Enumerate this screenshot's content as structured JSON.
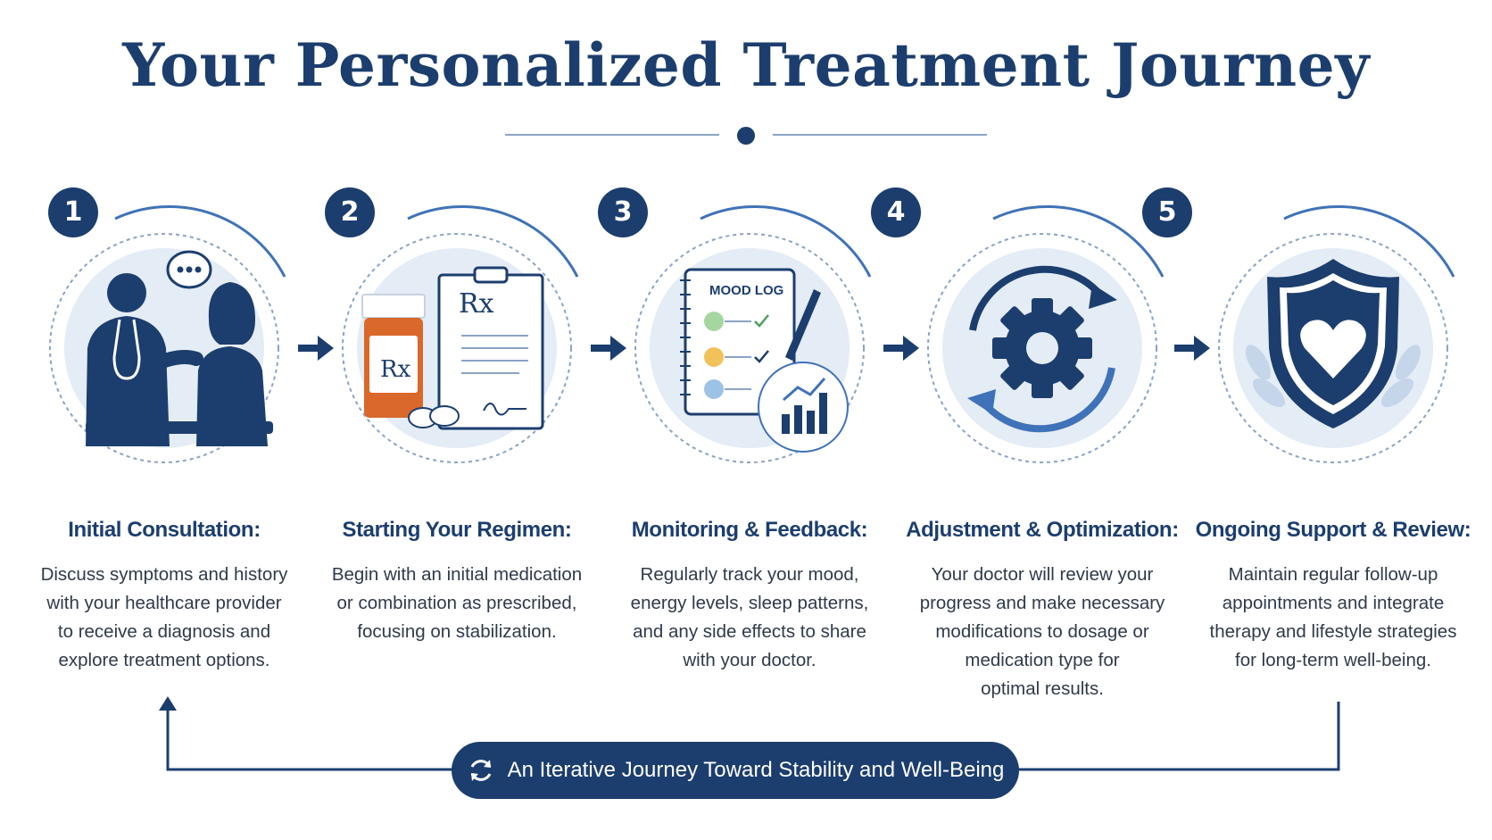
{
  "title": "Your Personalized Treatment Journey",
  "steps": [
    {
      "number": "1",
      "title": "Initial Consultation:",
      "description": "Discuss symptoms and history\nwith your healthcare provider\nto receive a diagnosis and\nexplore treatment options.",
      "icon": "doctor-patient-icon"
    },
    {
      "number": "2",
      "title": "Starting Your Regimen:",
      "description": "Begin with an initial medication\nor combination as prescribed,\nfocusing on stabilization.",
      "icon": "prescription-icon",
      "labels": {
        "rx": "Rx"
      }
    },
    {
      "number": "3",
      "title": "Monitoring & Feedback:",
      "description": "Regularly track your mood,\nenergy levels, sleep patterns,\nand any side effects to share\nwith your doctor.",
      "icon": "mood-log-icon",
      "labels": {
        "notebook": "MOOD LOG"
      }
    },
    {
      "number": "4",
      "title": "Adjustment & Optimization:",
      "description": "Your doctor will review your\nprogress and make necessary\nmodifications to dosage or\nmedication type for\noptimal results.",
      "icon": "gear-cycle-icon"
    },
    {
      "number": "5",
      "title": "Ongoing Support & Review:",
      "description": "Maintain regular follow-up\nappointments and integrate\ntherapy and lifestyle strategies\nfor long-term well-being.",
      "icon": "heart-shield-icon"
    }
  ],
  "loop_label": "An Iterative Journey Toward Stability and Well-Being",
  "colors": {
    "navy": "#1c3e6e",
    "accent": "#3f72b8",
    "circle_fill": "#e4ecf6",
    "text": "#2f3a4a",
    "bottle": "#d9682a"
  }
}
